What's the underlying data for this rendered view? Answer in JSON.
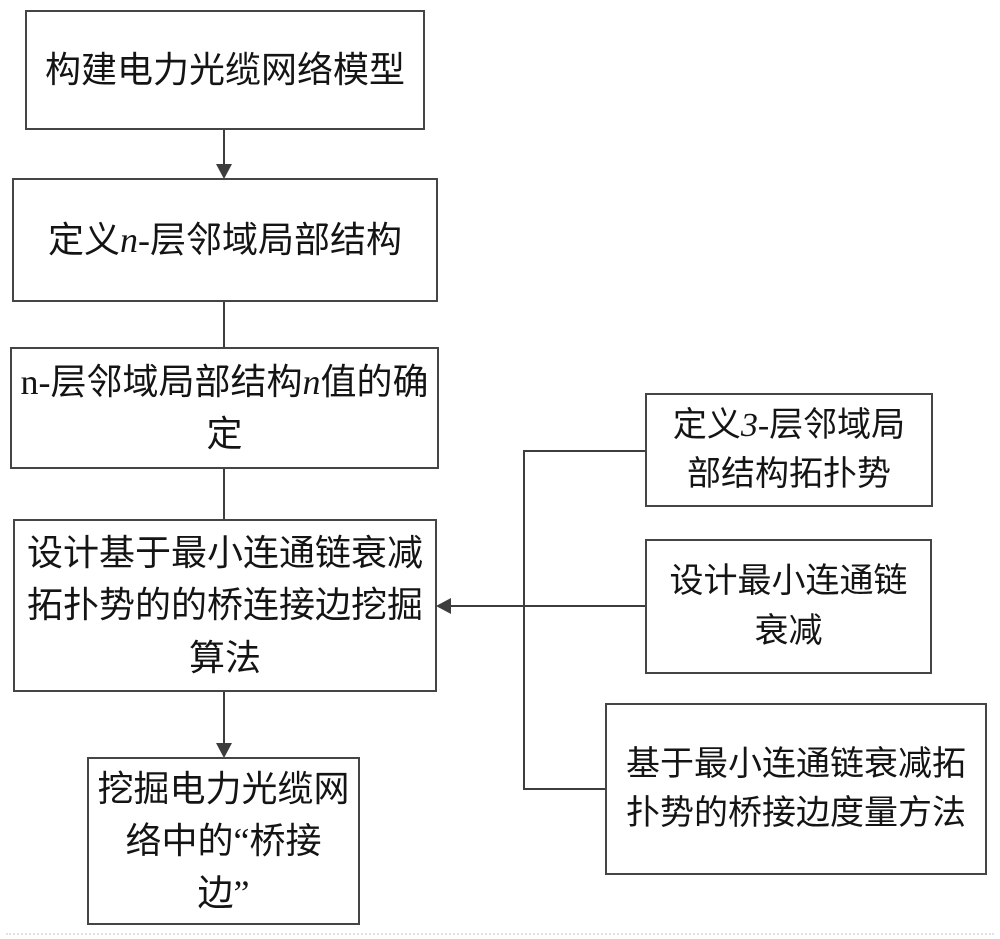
{
  "flowchart": {
    "steps": {
      "build_model": {
        "label": "构建电力光缆网络模型"
      },
      "define_n_layer": {
        "pre": "定义",
        "var": "n",
        "post": "-层邻域局部结构"
      },
      "determine_n_value": {
        "pre": "n-层邻域局部结构",
        "var": "n",
        "post": "值的确\n定"
      },
      "design_mining_algorithm": {
        "label": "设计基于最小连通链衰减\n拓扑势的的桥连接边挖掘\n算法"
      },
      "mine_bridge_edges": {
        "label": "挖掘电力光缆网\n络中的“桥接\n边”"
      },
      "define_3_layer_potential": {
        "pre": "定义",
        "var": "3",
        "post": "-层邻域局\n部结构拓扑势"
      },
      "design_chain_attenuation": {
        "label": "设计最小连通链\n衰减"
      },
      "bridge_edge_measurement": {
        "label": "基于最小连通链衰减拓\n扑势的桥接边度量方法"
      }
    },
    "colors": {
      "background": "#ffffff",
      "box_border": "#454545",
      "line": "#3d3d3d",
      "text": "#141414"
    }
  }
}
